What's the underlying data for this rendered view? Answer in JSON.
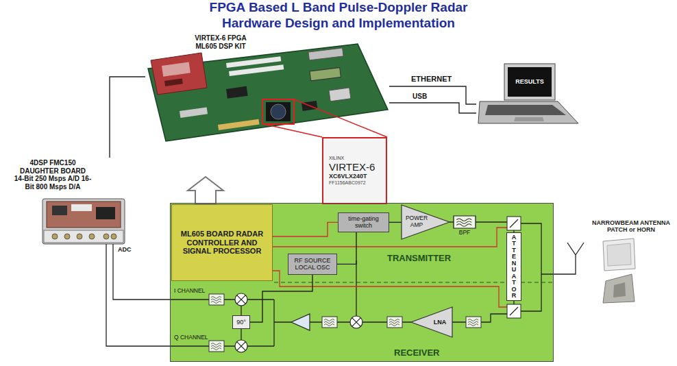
{
  "diagram": {
    "title": "FPGA Based L Band Pulse-Doppler Radar Hardware Design and Implementation",
    "nodes": [
      {
        "text": [
          "VIRTEX-6 FPGA ML605 DSP KIT"
        ]
      },
      {
        "text": [
          "XILINX",
          "VIRTEX-6",
          "XC6VLX240T",
          "FF1156ABC0972"
        ]
      },
      {
        "text": [
          "RESULTS"
        ]
      },
      {
        "text": [
          "4DSP FMC150 DAUGHTER BOARD",
          "14-Bit 250 Msps A/D 16-Bit 800 Msps D/A"
        ]
      },
      {
        "text": [
          "TRANSMITTER",
          "RECEIVER"
        ]
      },
      {
        "text": [
          "ML605 BOARD RADAR CONTROLLER AND SIGNAL PROCESSOR"
        ],
        "in": 4
      },
      {
        "text": [
          "time-gating switch"
        ],
        "in": 4
      },
      {
        "text": [
          "POWER AMP"
        ],
        "in": 4
      },
      {
        "text": [
          "BPF"
        ],
        "in": 4
      },
      {
        "text": [
          "RF SOURCE LOCAL OSC"
        ],
        "in": 4
      },
      {
        "text": [
          "ATTENUATOR"
        ],
        "in": 4
      },
      {
        "text": [
          "LNA"
        ],
        "in": 4
      },
      {
        "text": [
          "90°"
        ],
        "in": 4
      },
      {
        "text": [
          "NARROWBEAM ANTENNA PATCH or HORN"
        ]
      }
    ],
    "edges": [
      {
        "from": 0,
        "to": 2,
        "label": "ETHERNET",
        "arrow": "none"
      },
      {
        "from": 0,
        "to": 2,
        "label": "USB",
        "arrow": "none"
      },
      {
        "from": 3,
        "to": 0,
        "arrow": "none"
      },
      {
        "from": 5,
        "to": 0,
        "arrow": "to"
      },
      {
        "from": 5,
        "to": 6,
        "arrow": "none"
      },
      {
        "from": 9,
        "to": 6,
        "arrow": "none"
      },
      {
        "from": 6,
        "to": 7,
        "arrow": "none"
      },
      {
        "from": 7,
        "to": 8,
        "arrow": "none"
      },
      {
        "from": 9,
        "to": 12,
        "arrow": "none"
      }
    ],
    "labels": [
      "ADC",
      "I CHANNEL",
      "Q CHANNEL"
    ]
  }
}
